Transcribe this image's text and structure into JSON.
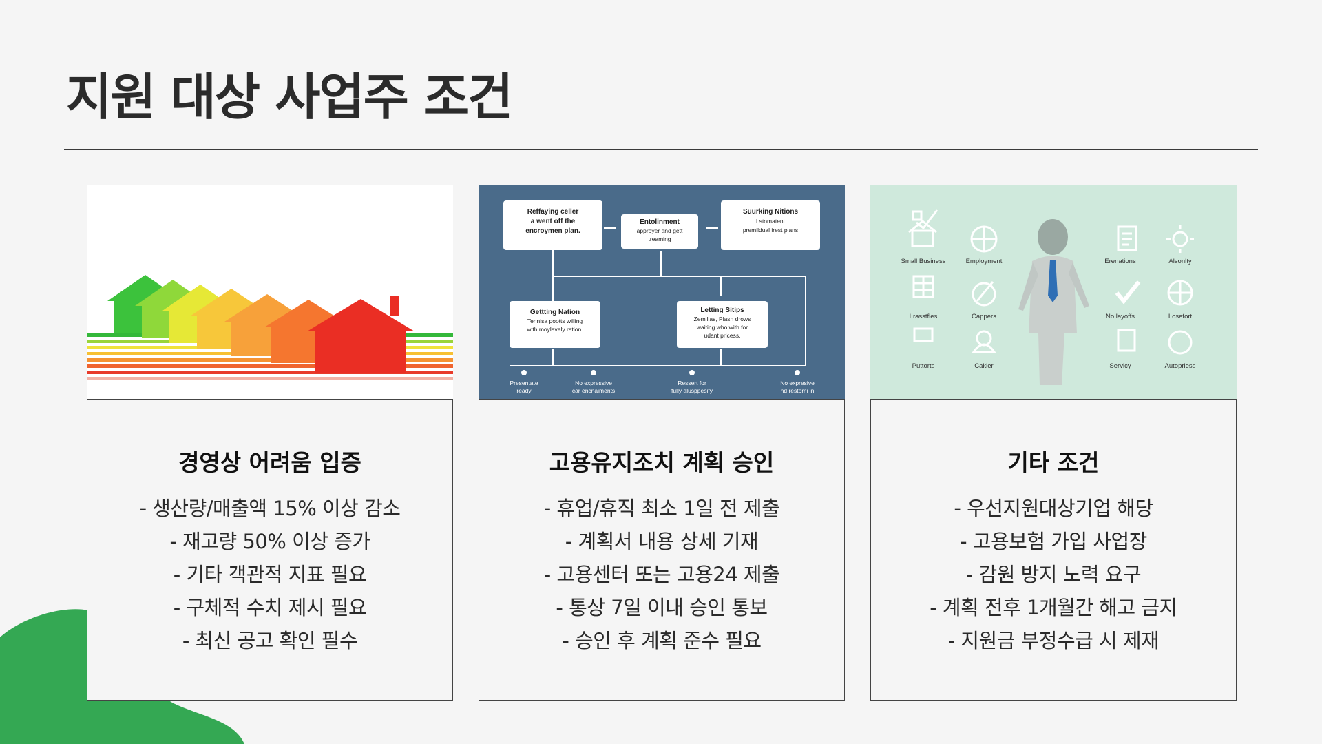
{
  "slide": {
    "title": "지원 대상 사업주 조건"
  },
  "cards": [
    {
      "heading": "경영상 어려움 입증",
      "items": [
        "- 생산량/매출액 15% 이상 감소",
        "- 재고량 50% 이상 증가",
        "- 기타 객관적 지표 필요",
        "- 구체적 수치 제시 필요",
        "- 최신 공고 확인 필수"
      ]
    },
    {
      "heading": "고용유지조치 계획 승인",
      "items": [
        "- 휴업/휴직 최소 1일 전 제출",
        "- 계획서 내용 상세 기재",
        "- 고용센터 또는 고용24 제출",
        "- 통상 7일 이내 승인 통보",
        "- 승인 후 계획 준수 필요"
      ],
      "diagram": {
        "box1": [
          "Reffaying celler",
          "a went off the",
          "encroymen plan."
        ],
        "box2": [
          "Entolinment",
          "approyer and gett",
          "treaming"
        ],
        "box3": [
          "Suurking Nitions",
          "Lstomatent",
          "premildual irest plans"
        ],
        "box4": [
          "Gettting Nation",
          "Tennisa pootts willing",
          "with moylavely ration."
        ],
        "box5": [
          "Letting Sitips",
          "Zemilias, Plasn drows",
          "waiting who with for",
          "udant pricess."
        ],
        "foot1": [
          "Presentate",
          "ready"
        ],
        "foot2": [
          "No expressive",
          "car encnaiments"
        ],
        "foot3": [
          "Ressert for",
          "fully alusppesify"
        ],
        "foot4": [
          "No expresive",
          "nd restomi in"
        ]
      }
    },
    {
      "heading": "기타 조건",
      "items": [
        "- 우선지원대상기업 해당",
        "- 고용보험 가입 사업장",
        "- 감원 방지 노력 요구",
        "- 계획 전후 1개월간 해고 금지",
        "- 지원금 부정수급 시 제재"
      ],
      "icons": [
        "Small Business",
        "Employment",
        "Lrasstfles",
        "Cappers",
        "Puttorts",
        "Cakler",
        "Erenations",
        "Alsonlty",
        "No layoffs",
        "Losefort",
        "Servicy",
        "Autopriess"
      ]
    }
  ],
  "colors": {
    "accent_green": "#34a853",
    "diagram_bg": "#4a6b8a",
    "icons_bg": "#cfe9dc"
  }
}
